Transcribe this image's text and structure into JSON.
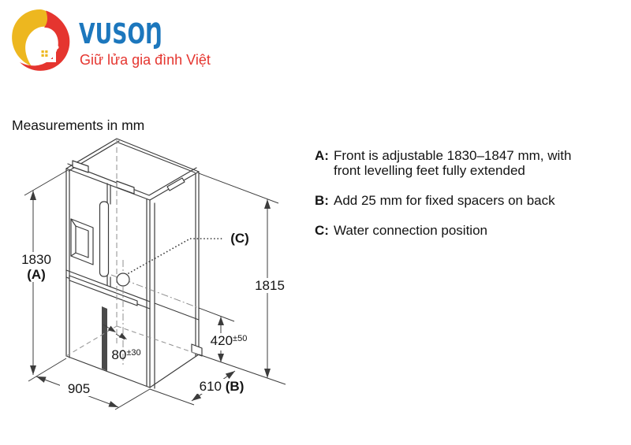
{
  "logo": {
    "brand": "VUSOŊ",
    "tagline": "Giữ lửa gia đình Việt"
  },
  "heading": "Measurements in mm",
  "dims": {
    "front_height": "1830",
    "front_height_key": "(A)",
    "back_height": "1815",
    "width": "905",
    "depth": "610",
    "depth_key": "(B)",
    "water_height": "420",
    "water_height_tol": "±50",
    "water_offset": "80",
    "water_offset_tol": "±30",
    "water_key": "(C)"
  },
  "notes": [
    {
      "key": "A:",
      "text": "Front is adjustable 1830–1847 mm, with front levelling feet fully extended"
    },
    {
      "key": "B:",
      "text": "Add 25 mm for fixed spacers on back"
    },
    {
      "key": "C:",
      "text": "Water connection position"
    }
  ],
  "colors": {
    "brand_blue": "#1C77BD",
    "brand_red": "#E5352F",
    "brand_yellow": "#EDB71F",
    "line": "#3c3c3c"
  }
}
